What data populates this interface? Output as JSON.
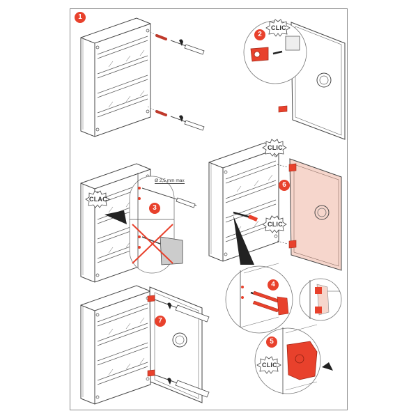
{
  "title": "Installation steps for wall-mounted distribution enclosure",
  "colors": {
    "accent": "#e8412c",
    "part_red": "#e8412c",
    "door_tint": "#f6d6cc",
    "line": "#444444",
    "frame": "#8a8a8a"
  },
  "steps": [
    {
      "number": "1",
      "caption_icon": "wall-mount-screws"
    },
    {
      "number": "2",
      "caption_icon": "hinge-clip-door"
    },
    {
      "number": "3",
      "caption_icon": "drill-hinge-holes"
    },
    {
      "number": "4",
      "caption_icon": "insert-hinge-pins"
    },
    {
      "number": "5",
      "caption_icon": "press-hinge-block"
    },
    {
      "number": "6",
      "caption_icon": "attach-door"
    },
    {
      "number": "7",
      "caption_icon": "tighten-door-hinges"
    }
  ],
  "sounds": {
    "clic_step2": "CLIC",
    "clac_step3": "CLAC",
    "clic_step6_top": "CLIC",
    "clic_step6_bottom": "CLIC",
    "clic_step5": "CLIC"
  },
  "annotations": {
    "drill_diameter": "Ø 2,5 mm max"
  }
}
